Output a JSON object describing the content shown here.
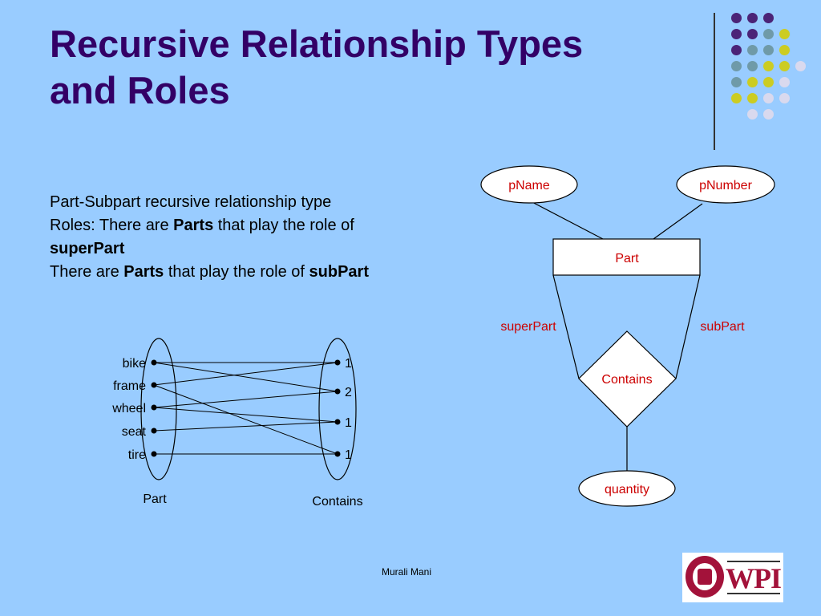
{
  "slide": {
    "title_lines": [
      "Recursive Relationship Types",
      "and Roles"
    ],
    "body": {
      "line1": "Part-Subpart recursive relationship type",
      "line2_pre": "Roles: There are ",
      "line2_bold": "Parts",
      "line2_post": " that play the role of",
      "line3_bold": "superPart",
      "line4_pre": "There are ",
      "line4_bold": "Parts",
      "line4_mid": " that play the role of ",
      "line4_bold2": "subPart"
    },
    "footer": "Murali Mani",
    "logo_text": "WPI"
  },
  "colors": {
    "background": "#99ccff",
    "title": "#330066",
    "er_text": "#cc0000",
    "dot_purple": "#4b2377",
    "dot_teal": "#6f9aa8",
    "dot_yellow": "#cccc22",
    "dot_lavender": "#d9d9ee"
  },
  "decoration": {
    "dot_rows": [
      [
        "purple",
        "purple",
        "purple"
      ],
      [
        "purple",
        "purple",
        "teal",
        "yellow"
      ],
      [
        "purple",
        "teal",
        "teal",
        "yellow"
      ],
      [
        "teal",
        "teal",
        "yellow",
        "yellow",
        "lavender"
      ],
      [
        "teal",
        "yellow",
        "yellow",
        "lavender"
      ],
      [
        "yellow",
        "yellow",
        "lavender",
        "lavender"
      ],
      [
        "lavender",
        "lavender"
      ]
    ]
  },
  "er_diagram": {
    "entity": "Part",
    "attributes": [
      "pName",
      "pNumber"
    ],
    "relationship": "Contains",
    "relationship_attribute": "quantity",
    "roles": [
      "superPart",
      "subPart"
    ]
  },
  "instance_diagram": {
    "part_label": "Part",
    "contains_label": "Contains",
    "parts": [
      "bike",
      "frame",
      "wheel",
      "seat",
      "tire"
    ],
    "contains_values": [
      "1",
      "2",
      "1",
      "1"
    ],
    "links": [
      [
        0,
        0
      ],
      [
        0,
        1
      ],
      [
        1,
        0
      ],
      [
        1,
        3
      ],
      [
        2,
        1
      ],
      [
        2,
        2
      ],
      [
        3,
        2
      ],
      [
        4,
        3
      ]
    ]
  }
}
